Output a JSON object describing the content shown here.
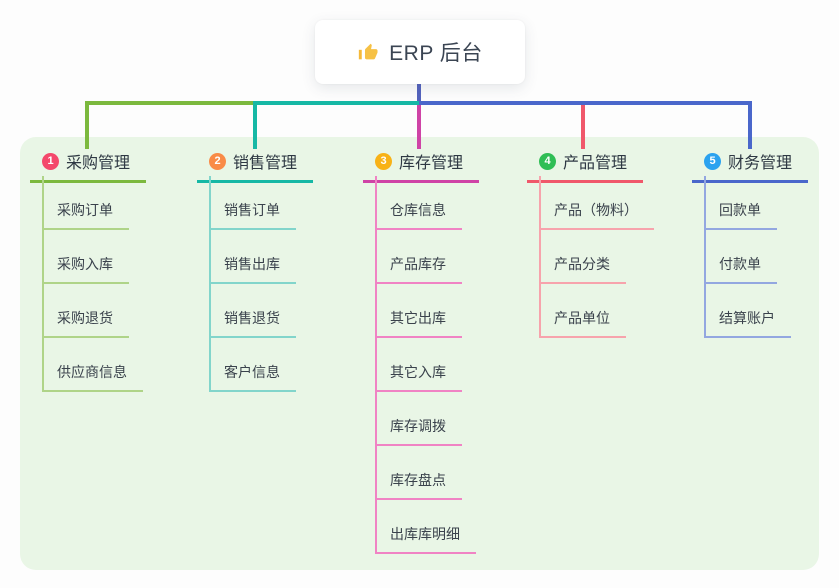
{
  "root_node": {
    "icon": "thumbs-up-icon",
    "title": "ERP 后台"
  },
  "theme": {
    "panel_bg": "#E9F6E6",
    "root_connector": "#5463BE",
    "card_bg": "#FFFFFF",
    "title_color": "#3B4553",
    "thumb_color": "#F5B93A"
  },
  "branches": [
    {
      "badge": "1",
      "badge_color": "#F4486B",
      "label": "采购管理",
      "color": "#7CB93E",
      "light_color": "#AFD488",
      "children": [
        "采购订单",
        "采购入库",
        "采购退货",
        "供应商信息"
      ]
    },
    {
      "badge": "2",
      "badge_color": "#F98B47",
      "label": "销售管理",
      "color": "#16B8A5",
      "light_color": "#82D5CB",
      "children": [
        "销售订单",
        "销售出库",
        "销售退货",
        "客户信息"
      ]
    },
    {
      "badge": "3",
      "badge_color": "#F8B217",
      "label": "库存管理",
      "color": "#CF43A6",
      "light_color": "#F083C4",
      "children": [
        "仓库信息",
        "产品库存",
        "其它出库",
        "其它入库",
        "库存调拨",
        "库存盘点",
        "出库库明细"
      ]
    },
    {
      "badge": "4",
      "badge_color": "#2FBE55",
      "label": "产品管理",
      "color": "#F0586B",
      "light_color": "#F7A3AC",
      "children": [
        "产品（物料）",
        "产品分类",
        "产品单位"
      ]
    },
    {
      "badge": "5",
      "badge_color": "#2BA2EF",
      "label": "财务管理",
      "color": "#4A67CB",
      "light_color": "#93A7E0",
      "children": [
        "回款单",
        "付款单",
        "结算账户"
      ]
    }
  ]
}
